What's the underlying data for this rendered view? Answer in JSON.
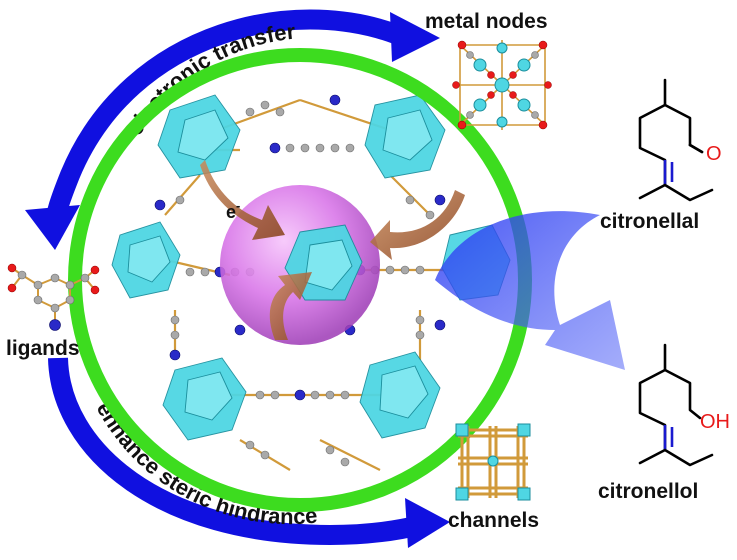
{
  "labels": {
    "metal_nodes": "metal nodes",
    "ligands": "ligands",
    "channels": "channels",
    "electron": "e",
    "electron_sup": "-",
    "citronellal": "citronellal",
    "citronellol": "citronellol",
    "aldehyde_o": "O",
    "alcohol_oh": "OH"
  },
  "arcs": {
    "top": "electronic transfer",
    "bottom": "enhance steric hindrance"
  },
  "colors": {
    "arrow_blue": "#1010e0",
    "ring_green": "#3ddc1f",
    "sphere_pink": "#d874e8",
    "polyhedron_cyan": "#4fd6e3",
    "nitrogen_blue": "#2a2ac8",
    "oxygen_red": "#e81a1a",
    "bond_orange": "#d19a3a",
    "transfer_arrow_brown": "#a0522d",
    "conversion_arrow_blue": "#3a4bf0"
  },
  "icons": [
    "metal-node-cluster",
    "ligand-molecule",
    "channel-lattice",
    "citronellal-structure",
    "citronellol-structure"
  ]
}
